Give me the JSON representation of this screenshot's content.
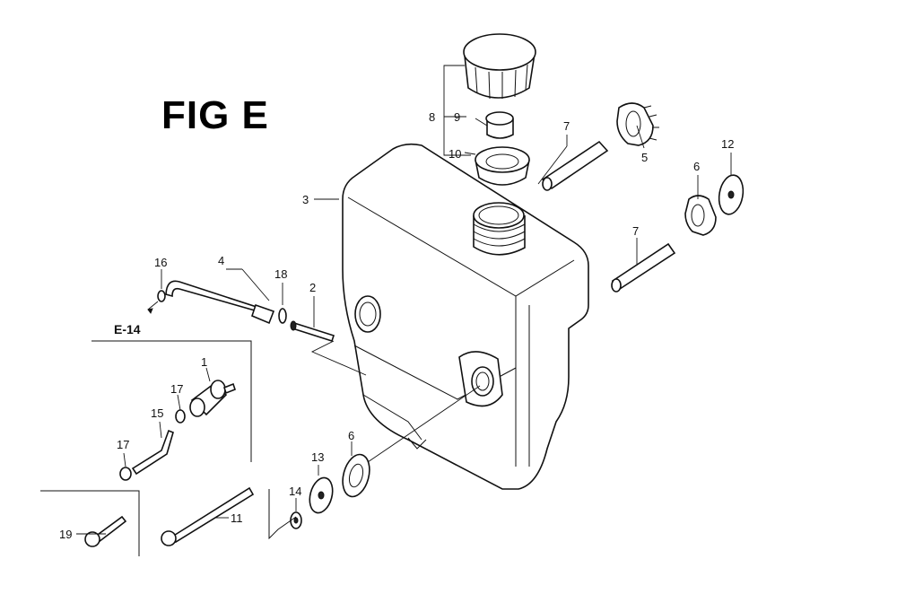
{
  "figure": {
    "title": "FIG E"
  },
  "callouts": {
    "c1": "1",
    "c2": "2",
    "c3": "3",
    "c4": "4",
    "c5": "5",
    "c6a": "6",
    "c6b": "6",
    "c7a": "7",
    "c7b": "7",
    "c8": "8",
    "c9": "9",
    "c10": "10",
    "c11": "11",
    "c12": "12",
    "c13": "13",
    "c14": "14",
    "c15": "15",
    "c16": "16",
    "c17a": "17",
    "c17b": "17",
    "c18": "18",
    "c19": "19"
  },
  "reference": {
    "label": "E-14"
  }
}
